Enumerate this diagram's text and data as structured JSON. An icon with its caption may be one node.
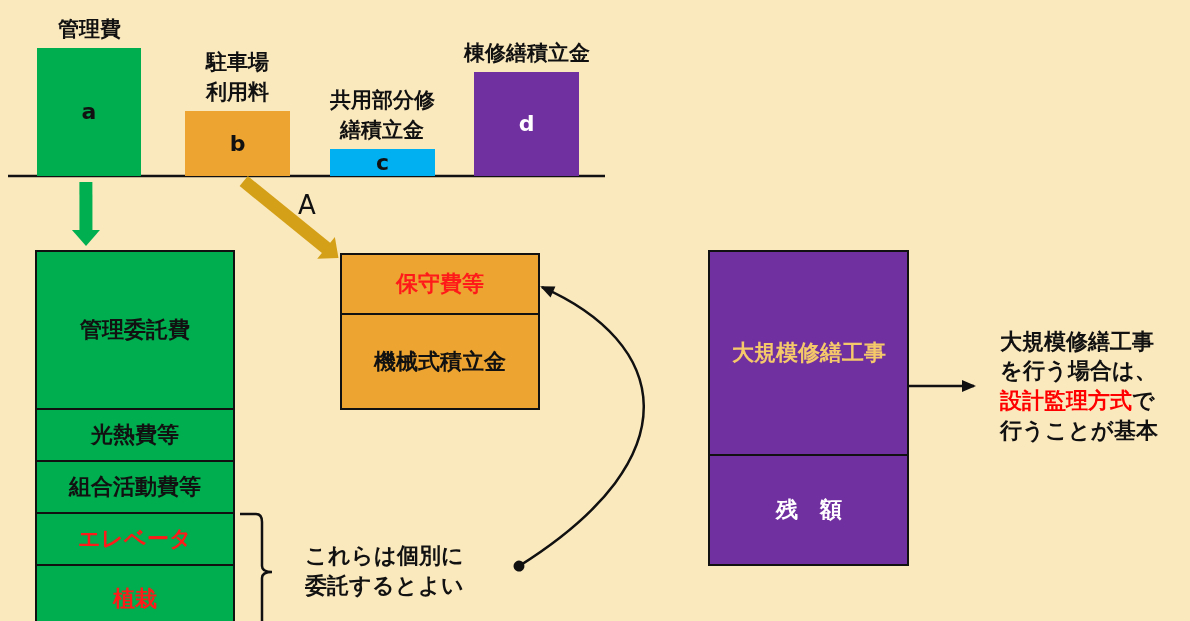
{
  "diagram": {
    "nodes": [
      {
        "text": [
          "管理費",
          "a"
        ]
      },
      {
        "text": [
          "駐車場利用料",
          "b"
        ]
      },
      {
        "text": [
          "共用部分修繕積立金",
          "c"
        ]
      },
      {
        "text": [
          "棟修繕積立金",
          "d"
        ]
      },
      {
        "text": [
          "管理委託費"
        ]
      },
      {
        "text": [
          "光熱費等"
        ]
      },
      {
        "text": [
          "組合活動費等"
        ]
      },
      {
        "text": [
          "エレベータ"
        ]
      },
      {
        "text": [
          "植栽"
        ]
      },
      {
        "text": [
          "保守費等"
        ]
      },
      {
        "text": [
          "機械式積立金"
        ]
      },
      {
        "text": [
          "大規模修繕工事"
        ]
      },
      {
        "text": [
          "残　額"
        ]
      },
      {
        "text": [
          "これらは個別に委託するとよい"
        ]
      },
      {
        "text": [
          "大規模修繕工事を行う場合は、**設計監理方式**で行うことが基本"
        ]
      }
    ],
    "edges": [
      {
        "from": 0,
        "to": 4,
        "arrow": "to",
        "style": "thick",
        "color": "#00b050"
      },
      {
        "from": 1,
        "to": 9,
        "arrow": "to",
        "label": "A",
        "style": "thick",
        "color": "#d4a017"
      },
      {
        "from": 13,
        "to": 9,
        "arrow": "to"
      },
      {
        "from": 11,
        "to": 14,
        "arrow": "to"
      }
    ]
  }
}
